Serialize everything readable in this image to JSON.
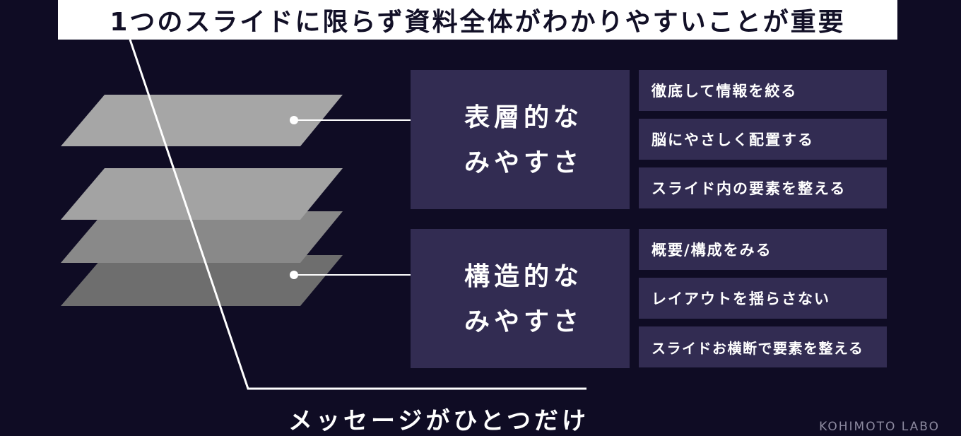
{
  "title": "1つのスライドに限らず資料全体がわかりやすいことが重要",
  "surface": {
    "line1": "表層的な",
    "line2": "みやすさ",
    "items": [
      "徹底して情報を絞る",
      "脳にやさしく配置する",
      "スライド内の要素を整える"
    ]
  },
  "structural": {
    "line1": "構造的な",
    "line2": "みやすさ",
    "items": [
      "概要/構成をみる",
      "レイアウトを揺らさない",
      "スライドお横断で要素を整える"
    ]
  },
  "message": "メッセージがひとつだけ",
  "brand": "KOHIMOTO LABO",
  "colors": {
    "background": "#0f0c24",
    "box": "#322c52",
    "layer_light": "#a6a6a6",
    "layer_mid": "#8c8c8c",
    "layer_dark": "#6e6e6e",
    "line": "#ffffff"
  }
}
